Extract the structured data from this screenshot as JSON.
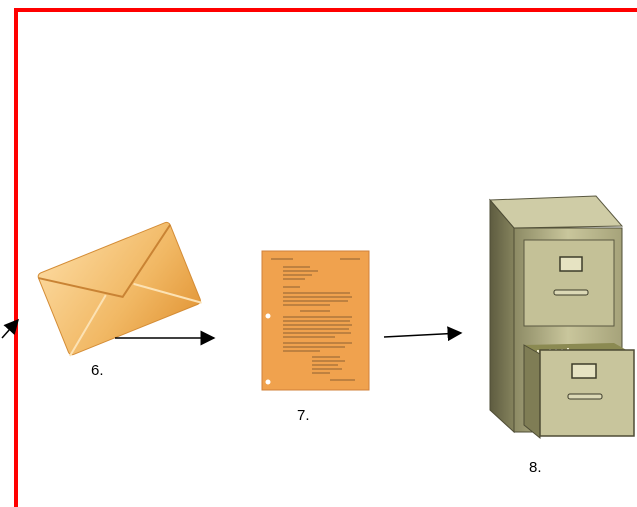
{
  "steps": [
    {
      "label": "6.",
      "icon": "envelope-icon"
    },
    {
      "label": "7.",
      "icon": "letter-document-icon"
    },
    {
      "label": "8.",
      "icon": "filing-cabinet-icon"
    }
  ],
  "colors": {
    "frame": "#ff0000",
    "envelope": "#f2bf6e",
    "paper": "#f0a24e",
    "cabinet": "#b9b68c"
  }
}
